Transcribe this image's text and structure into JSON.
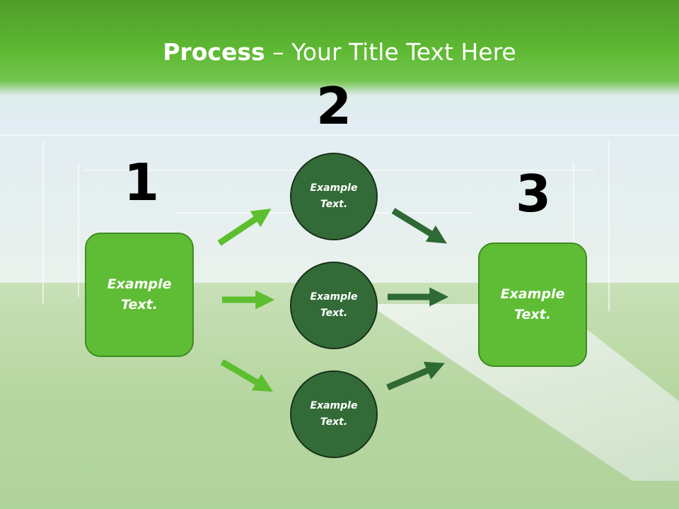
{
  "title": {
    "bold": "Process",
    "rest": " – Your Title Text Here"
  },
  "steps": [
    {
      "number": "1",
      "label": "Example Text."
    },
    {
      "number": "2",
      "label": "Example Text."
    },
    {
      "number": "3",
      "label": "Example Text."
    }
  ],
  "circles": [
    {
      "label": "Example Text."
    },
    {
      "label": "Example Text."
    },
    {
      "label": "Example Text."
    }
  ],
  "colors": {
    "header": "#5fba33",
    "box_fill": "#5fbd35",
    "circle_fill": "#336b38",
    "arrow_light": "#5cbf2f",
    "arrow_dark": "#2f6a35"
  }
}
